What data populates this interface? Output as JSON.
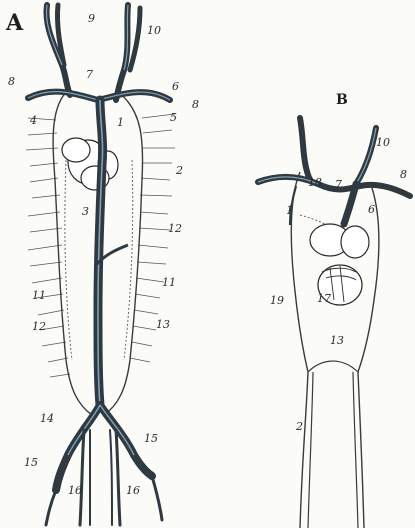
{
  "figure": {
    "panel_a": {
      "letter": "A",
      "labels": {
        "l1": "1",
        "l2": "2",
        "l3": "3",
        "l4": "4",
        "l5": "5",
        "l6": "6",
        "l7": "7",
        "l8a": "8",
        "l8b": "8",
        "l9": "9",
        "l10": "10",
        "l11a": "11",
        "l11b": "11",
        "l12a": "12",
        "l12b": "12",
        "l13": "13",
        "l14": "14",
        "l15a": "15",
        "l15b": "15",
        "l16a": "16",
        "l16b": "16"
      }
    },
    "panel_b": {
      "letter": "B",
      "labels": {
        "l1": "1",
        "l2": "2",
        "l6": "6",
        "l7": "7",
        "l8": "8",
        "l10": "10",
        "l13": "13",
        "l17": "17",
        "l18": "18",
        "l19": "19"
      }
    },
    "colors": {
      "vessel": "#2f3940",
      "vessel_highlight": "#7fa3b8",
      "outline": "#3a3a3a"
    }
  }
}
